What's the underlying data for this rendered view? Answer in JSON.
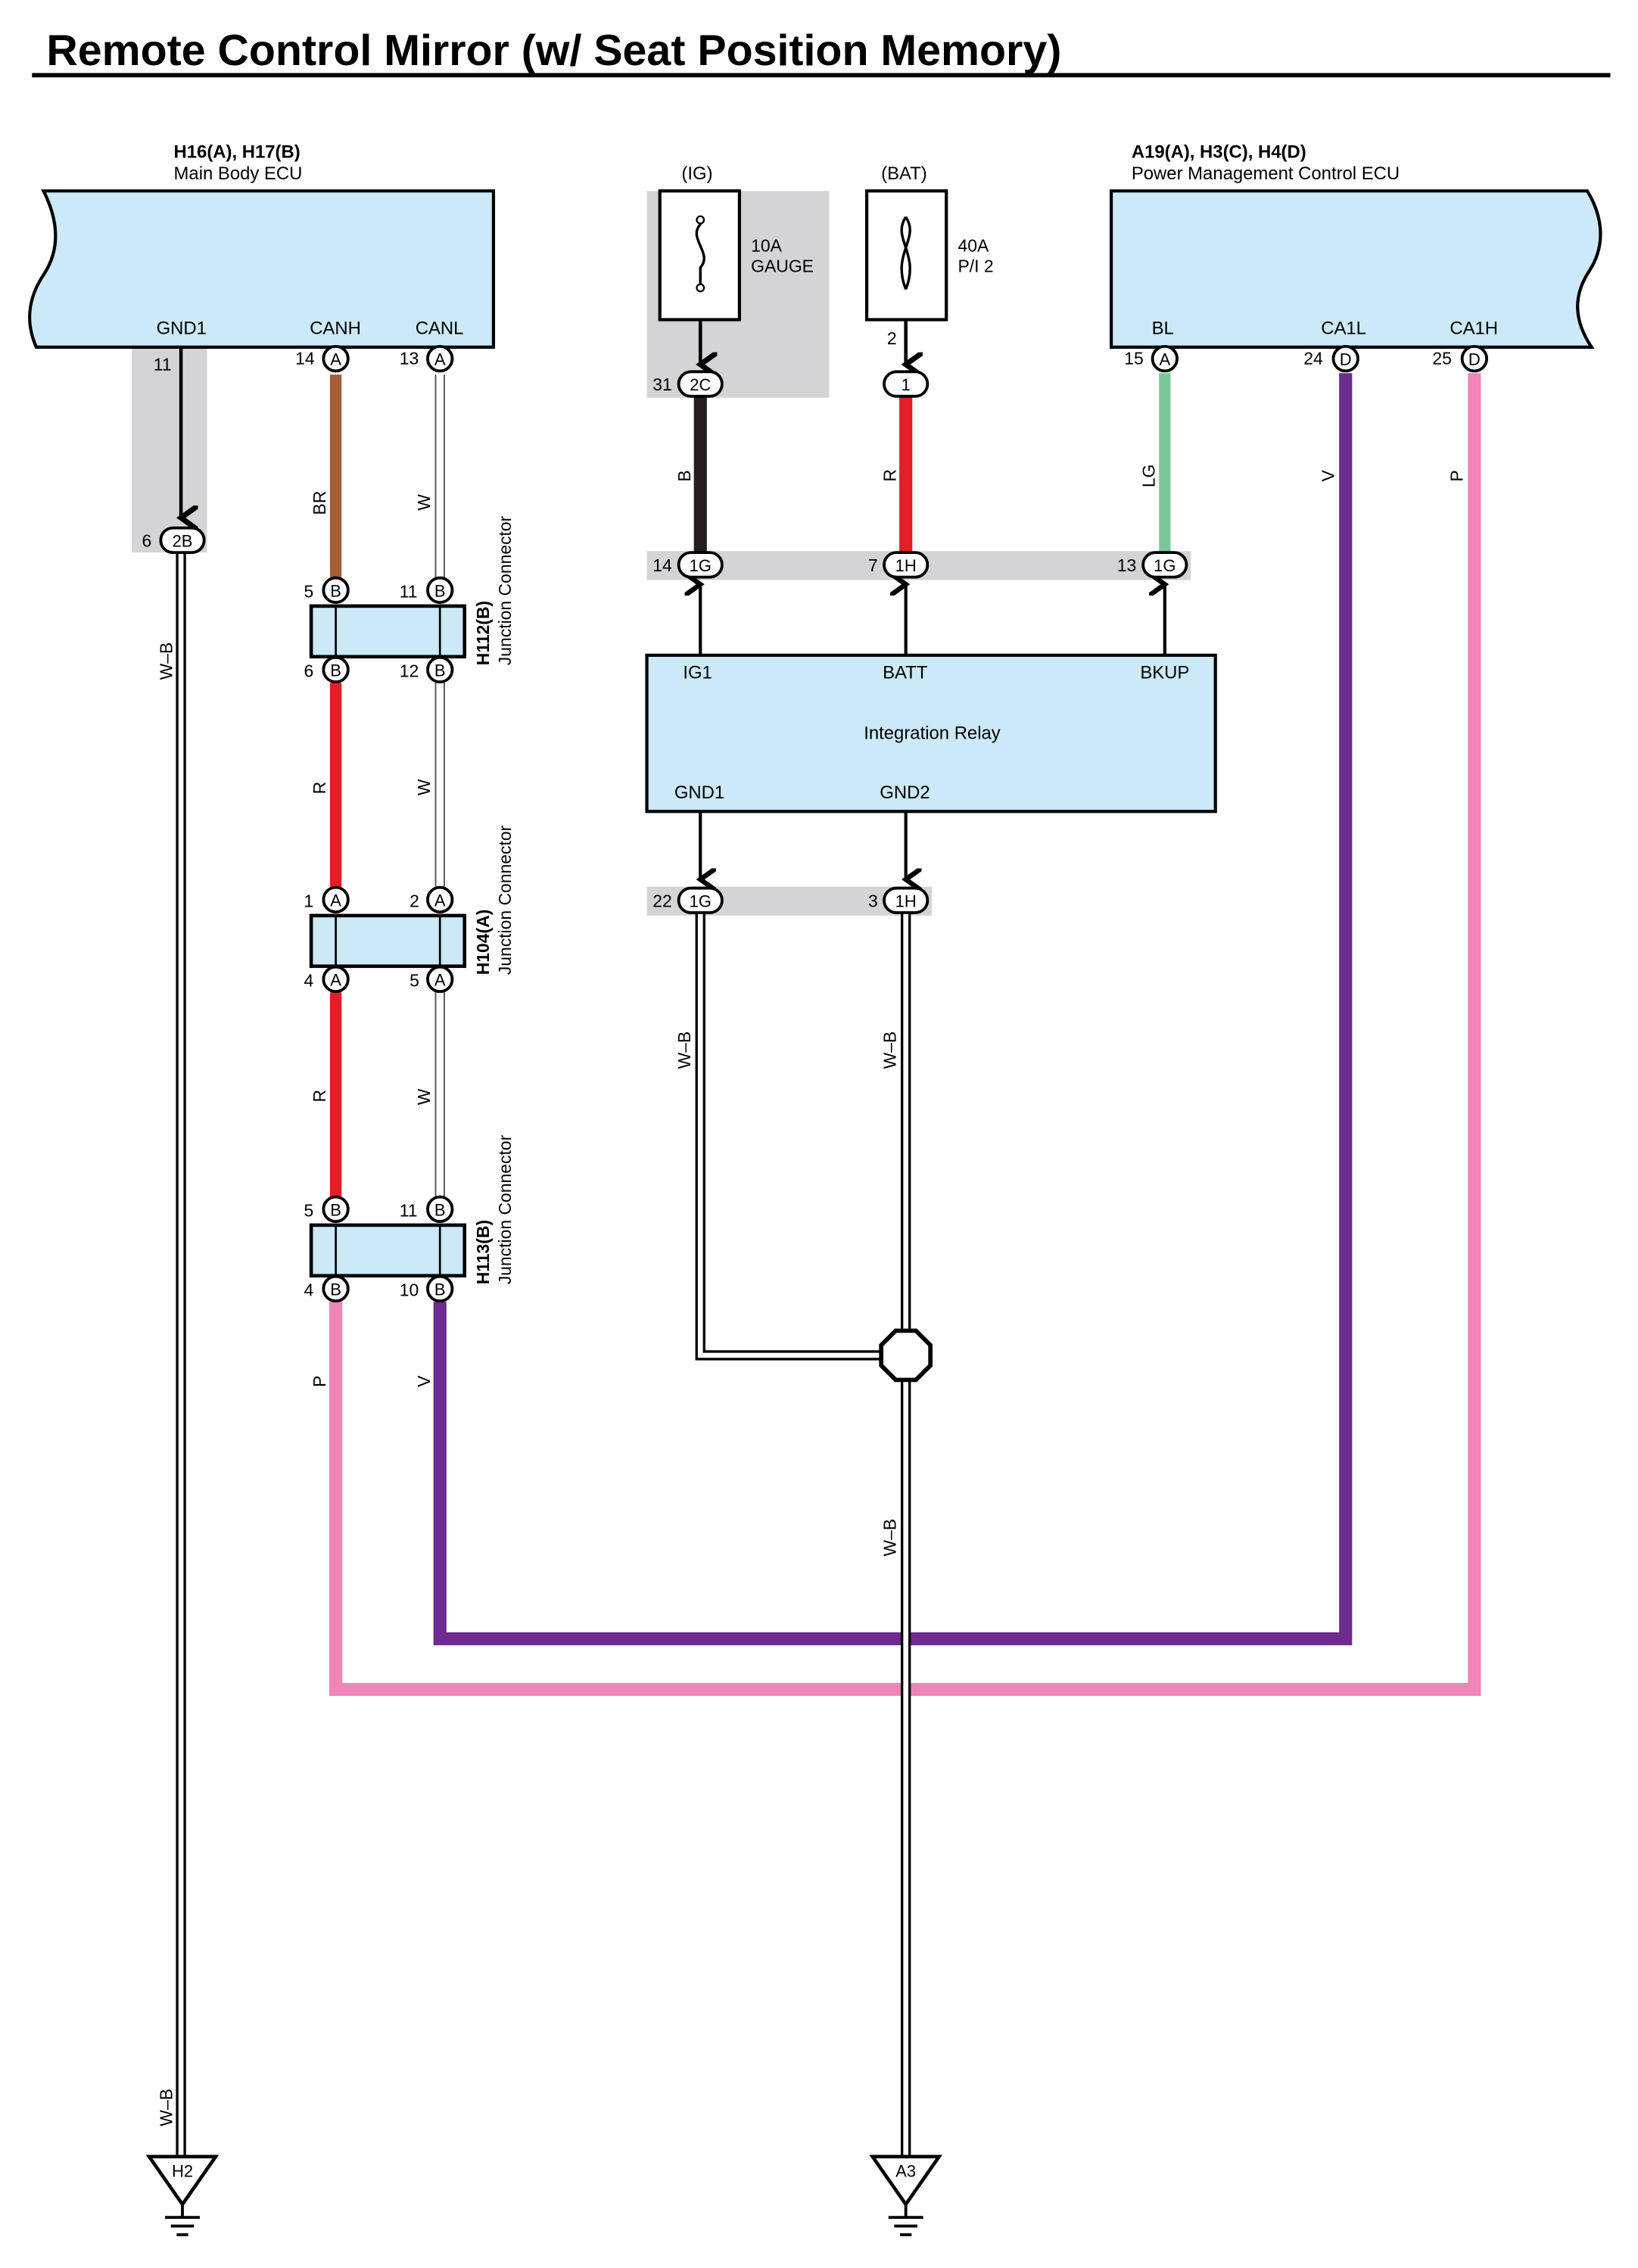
{
  "title": "Remote Control Mirror (w/ Seat Position Memory)",
  "components": {
    "main_body_ecu": {
      "connectors": "H16(A), H17(B)",
      "name": "Main Body ECU",
      "terminals": {
        "gnd1": "GND1",
        "canh": "CANH",
        "canl": "CANL"
      },
      "pins": {
        "gnd1": "11",
        "canh": "14",
        "canl": "13"
      },
      "pin_letters": {
        "canh": "A",
        "canl": "A"
      }
    },
    "power_mgmt_ecu": {
      "connectors": "A19(A), H3(C), H4(D)",
      "name": "Power Management Control ECU",
      "terminals": {
        "bl": "BL",
        "ca1l": "CA1L",
        "ca1h": "CA1H"
      },
      "pins": {
        "bl": "15",
        "ca1l": "24",
        "ca1h": "25"
      },
      "pin_letters": {
        "bl": "A",
        "ca1l": "D",
        "ca1h": "D"
      }
    },
    "fuse_gauge": {
      "supply": "(IG)",
      "rating": "10A",
      "name": "GAUGE"
    },
    "fuse_pi2": {
      "supply": "(BAT)",
      "rating": "40A",
      "name": "P/I 2",
      "pin": "2"
    },
    "integration_relay": {
      "name": "Integration Relay",
      "terminals": {
        "ig1": "IG1",
        "batt": "BATT",
        "bkup": "BKUP",
        "gnd1": "GND1",
        "gnd2": "GND2"
      }
    },
    "j_h112": {
      "name": "H112(B)",
      "desc": "Junction Connector",
      "pins": {
        "tl": "5",
        "tr": "11",
        "bl": "6",
        "br": "12"
      },
      "letter": "B"
    },
    "j_h104": {
      "name": "H104(A)",
      "desc": "Junction Connector",
      "pins": {
        "tl": "1",
        "tr": "2",
        "bl": "4",
        "br": "5"
      },
      "letter": "A"
    },
    "j_h113": {
      "name": "H113(B)",
      "desc": "Junction Connector",
      "pins": {
        "tl": "5",
        "tr": "11",
        "bl": "4",
        "br": "10"
      },
      "letter": "B"
    }
  },
  "connectors": {
    "c2b": {
      "code": "2B",
      "pin": "6"
    },
    "c2c": {
      "code": "2C",
      "pin": "31"
    },
    "c1": {
      "code": "1"
    },
    "c1g_ig1": {
      "code": "1G",
      "pin": "14"
    },
    "c1h_batt": {
      "code": "1H",
      "pin": "7"
    },
    "c1g_bkup": {
      "code": "1G",
      "pin": "13"
    },
    "c1g_gnd1": {
      "code": "1G",
      "pin": "22"
    },
    "c1h_gnd2": {
      "code": "1H",
      "pin": "3"
    }
  },
  "wire_labels": {
    "gnd1_main": "W–B",
    "canh_top": "BR",
    "canl_top": "W",
    "canh_mid": "R",
    "canl_mid": "W",
    "canh_low": "R",
    "canl_low": "W",
    "canh_bot": "P",
    "canl_bot": "V",
    "ig_feed": "B",
    "bat_feed": "R",
    "bkup_feed": "LG",
    "ca1l": "V",
    "ca1h": "P",
    "relay_gnd1": "W–B",
    "relay_gnd2": "W–B",
    "ground_a3": "W–B",
    "ground_h2": "W–B"
  },
  "grounds": {
    "left": "H2",
    "right": "A3"
  },
  "colors": {
    "ecu_fill": "#cce9f8",
    "gray_band": "#d4d4d6",
    "brown": "#a55d34",
    "red": "#e41e26",
    "pink": "#ef86b7",
    "violet": "#6e2c8e",
    "light_green": "#7cc79a",
    "black": "#231f20"
  }
}
